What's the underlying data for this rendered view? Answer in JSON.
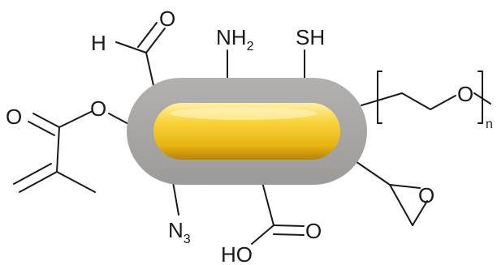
{
  "labels": {
    "aldehyde_h": "H",
    "aldehyde_o": "O",
    "amine_main": "NH",
    "amine_sub": "2",
    "thiol": "SH",
    "ester_o1": "O",
    "ester_o2": "O",
    "peg_o": "O",
    "peg_n": "n",
    "epoxide_o": "O",
    "azide_main": "N",
    "azide_sub": "3",
    "acid_o": "O",
    "acid_ho": "HO"
  },
  "colors": {
    "shell": "#a9a7a6",
    "core_light": "#ffe27a",
    "core_mid": "#f2c125",
    "core_dark": "#c98f05",
    "bond": "#1a1a1a"
  }
}
